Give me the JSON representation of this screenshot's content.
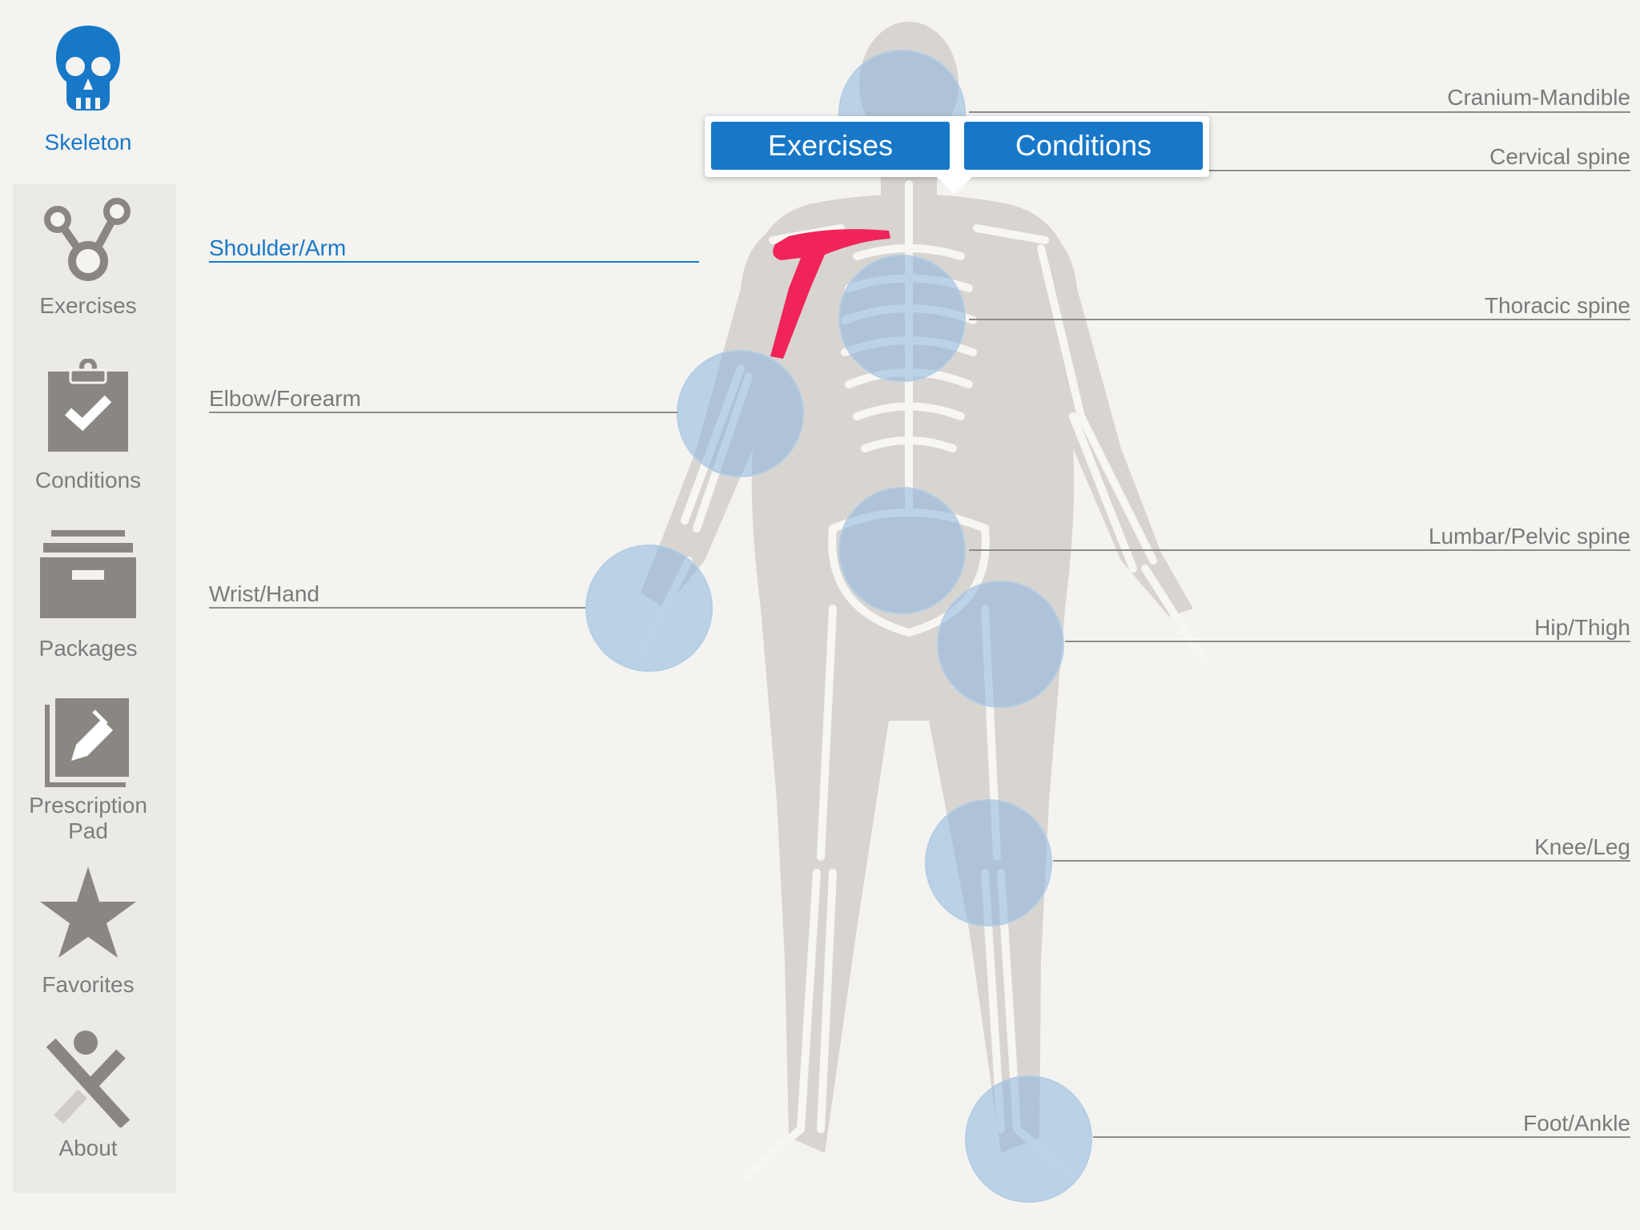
{
  "sidebar": {
    "items": [
      {
        "id": "skeleton",
        "label": "Skeleton",
        "icon": "skull-icon",
        "active": true
      },
      {
        "id": "exercises",
        "label": "Exercises",
        "icon": "exercises-icon"
      },
      {
        "id": "conditions",
        "label": "Conditions",
        "icon": "clipboard-check-icon"
      },
      {
        "id": "packages",
        "label": "Packages",
        "icon": "archive-box-icon"
      },
      {
        "id": "prescription",
        "label": "Prescription Pad",
        "label_line1": "Prescription",
        "label_line2": "Pad",
        "icon": "prescription-pad-icon"
      },
      {
        "id": "favorites",
        "label": "Favorites",
        "icon": "star-icon"
      },
      {
        "id": "about",
        "label": "About",
        "icon": "about-icon"
      }
    ]
  },
  "popover": {
    "exercises_label": "Exercises",
    "conditions_label": "Conditions"
  },
  "regions": {
    "left": [
      {
        "label": "Shoulder/Arm",
        "active": true
      },
      {
        "label": "Elbow/Forearm"
      },
      {
        "label": "Wrist/Hand"
      }
    ],
    "right": [
      {
        "label": "Cranium-Mandible"
      },
      {
        "label": "Cervical spine"
      },
      {
        "label": "Thoracic spine"
      },
      {
        "label": "Lumbar/Pelvic spine"
      },
      {
        "label": "Hip/Thigh"
      },
      {
        "label": "Knee/Leg"
      },
      {
        "label": "Foot/Ankle"
      }
    ]
  },
  "colors": {
    "accent": "#1878c8",
    "highlight": "#f0245a",
    "icon_gray": "#8a8782",
    "hotspot": "#9ec0e0"
  }
}
